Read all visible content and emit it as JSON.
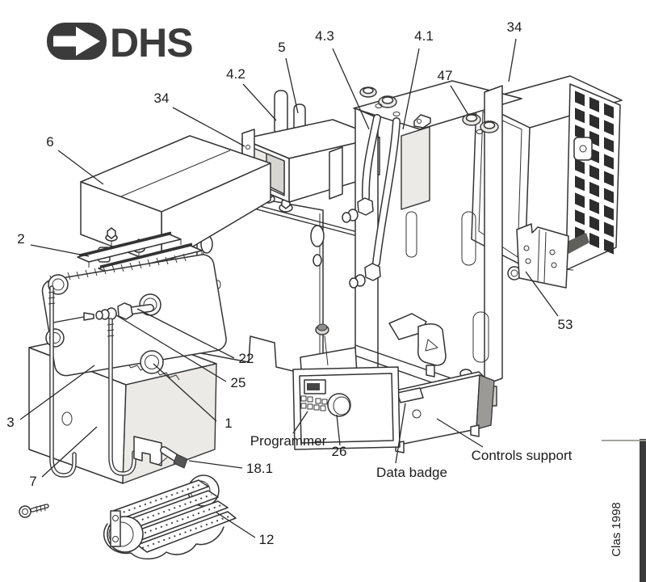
{
  "brand": {
    "logo_text": "DHS"
  },
  "credit": "Clas 1998",
  "colors": {
    "line": "#333333",
    "paper": "#ffffff",
    "shade_light": "#eceae6",
    "shade_mid": "#d6d5d1",
    "shade_dark": "#9b9a96",
    "grille": "#2d2d2d"
  },
  "callouts": {
    "c6": {
      "label": "6"
    },
    "c2": {
      "label": "2"
    },
    "c3": {
      "label": "3"
    },
    "c7": {
      "label": "7"
    },
    "c34_left": {
      "label": "34"
    },
    "c4_2": {
      "label": "4.2"
    },
    "c5": {
      "label": "5"
    },
    "c4_3": {
      "label": "4.3"
    },
    "c4_1": {
      "label": "4.1"
    },
    "c47": {
      "label": "47"
    },
    "c34_right": {
      "label": "34"
    },
    "c53": {
      "label": "53"
    },
    "c22": {
      "label": "22"
    },
    "c25": {
      "label": "25"
    },
    "c1": {
      "label": "1"
    },
    "c18_1": {
      "label": "18.1"
    },
    "c12": {
      "label": "12"
    },
    "c26": {
      "label": "26"
    }
  },
  "part_labels": {
    "programmer": "Programmer",
    "data_badge": "Data badge",
    "controls_support": "Controls support"
  }
}
